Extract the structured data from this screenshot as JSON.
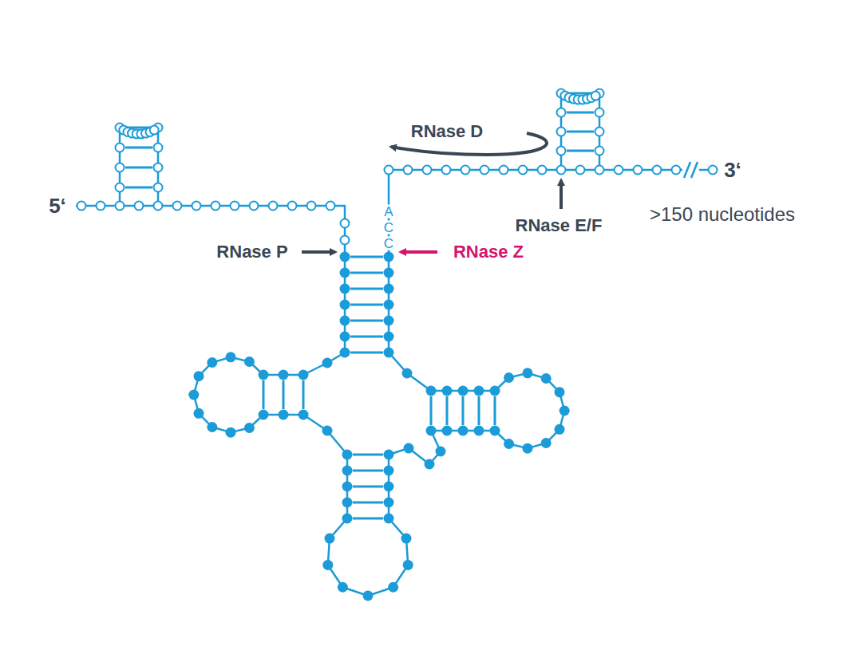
{
  "diagram": {
    "labels": [
      "RNase D",
      "5‘",
      "A",
      "C",
      "C",
      "RNase E/F",
      ">150 nucleotides",
      "3‘",
      "RNase P",
      "RNase Z"
    ]
  }
}
